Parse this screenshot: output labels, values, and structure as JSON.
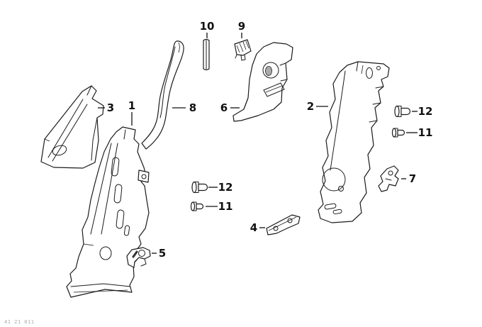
{
  "diagram": {
    "footer_code": "41 21 011",
    "background_color": "#ffffff",
    "line_color": "#1b1b1b"
  },
  "callouts": {
    "part_1": "1",
    "part_2": "2",
    "part_3": "3",
    "part_4": "4",
    "part_5": "5",
    "part_6": "6",
    "part_7": "7",
    "part_8": "8",
    "part_9": "9",
    "part_10": "10",
    "part_11_right": "11",
    "part_11_mid": "11",
    "part_12_right": "12",
    "part_12_mid": "12"
  }
}
